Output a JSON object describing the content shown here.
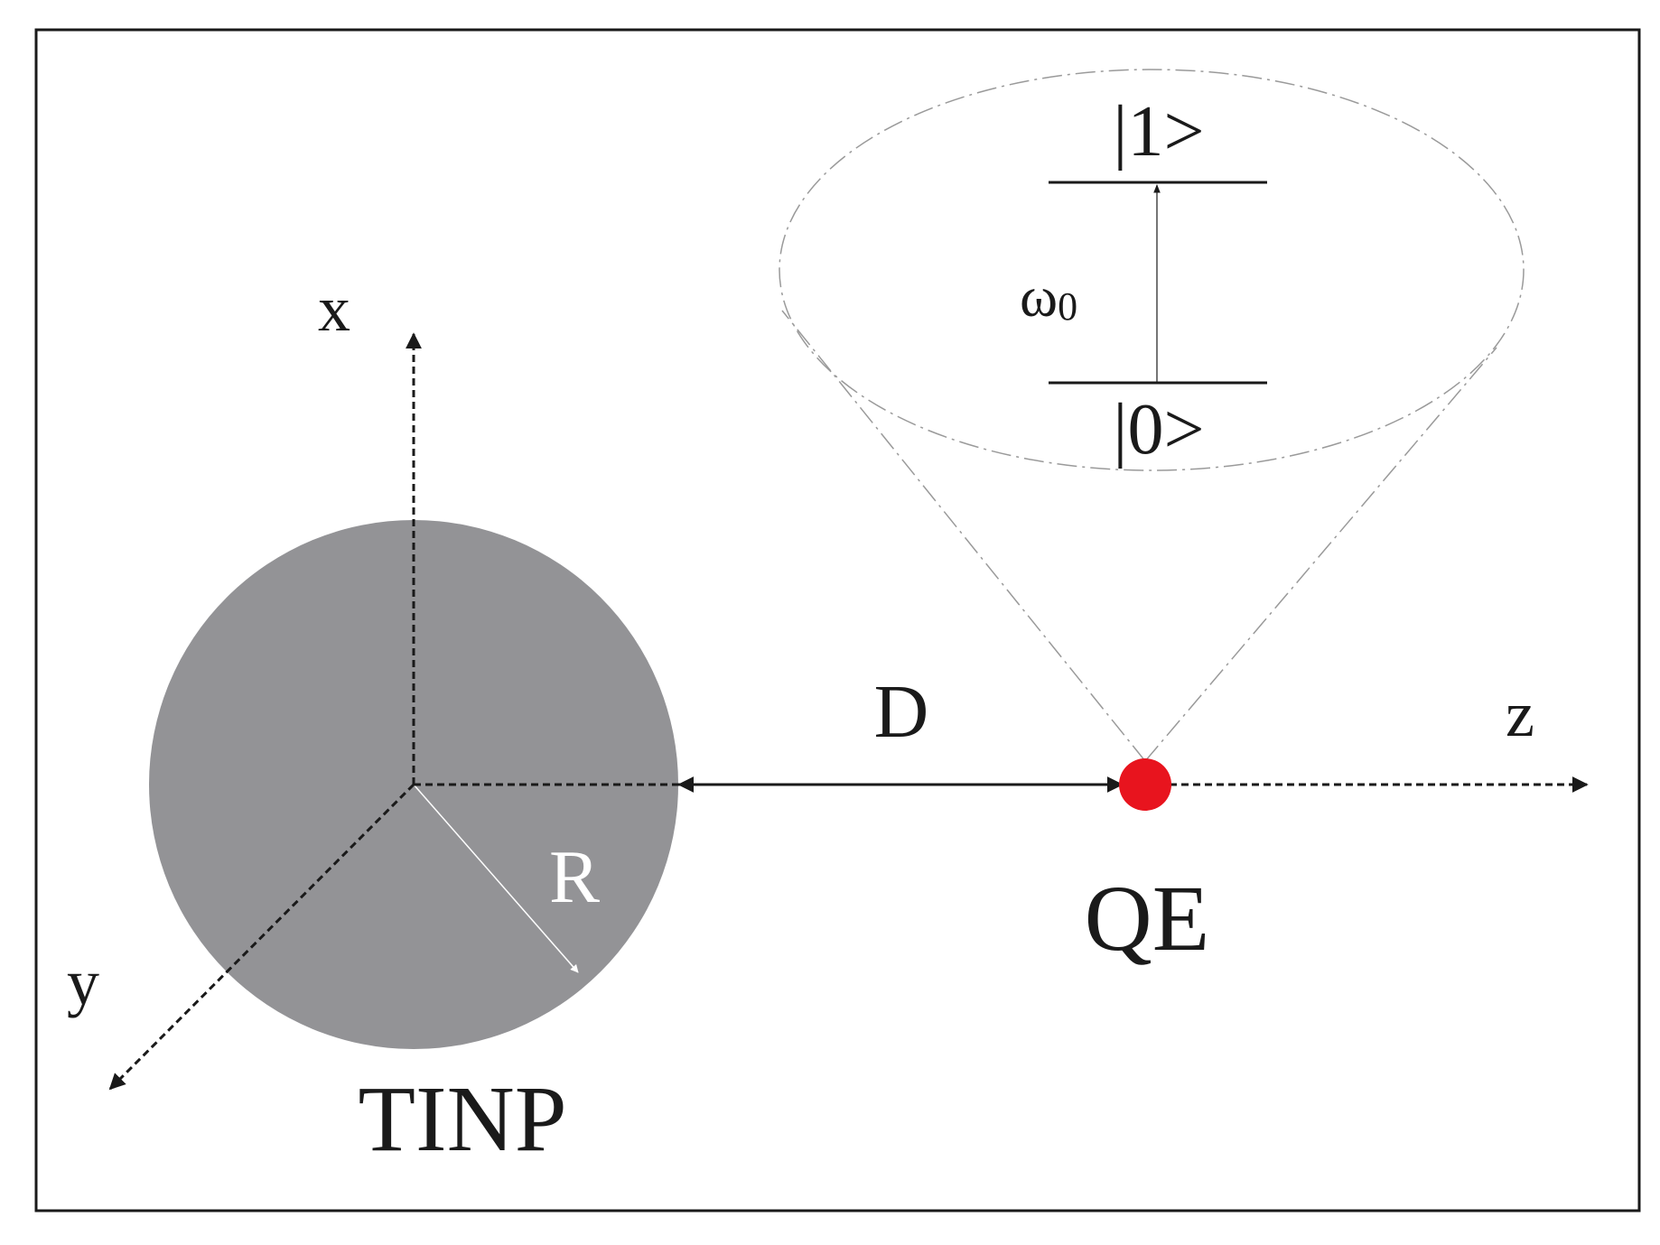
{
  "labels": {
    "axis_x": "x",
    "axis_y": "y",
    "axis_z": "z",
    "radius": "R",
    "distance": "D",
    "nanoparticle": "TINP",
    "emitter": "QE",
    "excited_state": "|1>",
    "ground_state": "|0>",
    "transition_freq_base": "ω",
    "transition_freq_sub": "0"
  },
  "colors": {
    "sphere": "#939396",
    "emitter": "#e8141e",
    "ink": "#1a1a1a",
    "dashed_outline": "#9a9a9a",
    "radius_line": "#ffffff"
  }
}
